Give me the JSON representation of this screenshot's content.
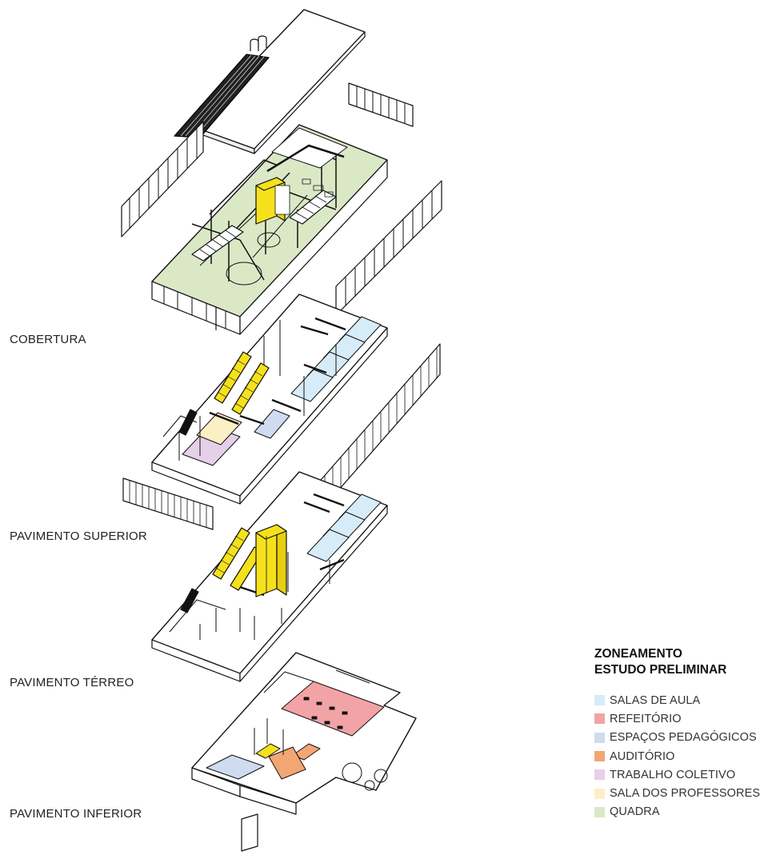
{
  "floors": [
    {
      "id": "cobertura",
      "label": "COBERTURA"
    },
    {
      "id": "superior",
      "label": "PAVIMENTO SUPERIOR"
    },
    {
      "id": "terreo",
      "label": "PAVIMENTO TÉRREO"
    },
    {
      "id": "inferior",
      "label": "PAVIMENTO INFERIOR"
    }
  ],
  "legend": {
    "title_line1": "ZONEAMENTO",
    "title_line2": "ESTUDO PRELIMINAR",
    "items": [
      {
        "label": "SALAS DE AULA",
        "color": "#d6ecf8"
      },
      {
        "label": "REFEITÓRIO",
        "color": "#f2a3a6"
      },
      {
        "label": "ESPAÇOS PEDAGÓGICOS",
        "color": "#cfdcef"
      },
      {
        "label": "AUDITÓRIO",
        "color": "#f2a673"
      },
      {
        "label": "TRABALHO COLETIVO",
        "color": "#e6cfe8"
      },
      {
        "label": "SALA DOS PROFESSORES",
        "color": "#fbefc6"
      },
      {
        "label": "QUADRA",
        "color": "#dbe8c6"
      }
    ]
  },
  "colors": {
    "line": "#111111",
    "circulation": "#f5e11b",
    "quadra": "#dbe8c6",
    "salas": "#d6ecf8",
    "pedagogicos": "#cfdcef",
    "refeitorio": "#f2a3a6",
    "auditorio": "#f2a673",
    "coletivo": "#e6cfe8",
    "professores": "#fbefc6"
  }
}
